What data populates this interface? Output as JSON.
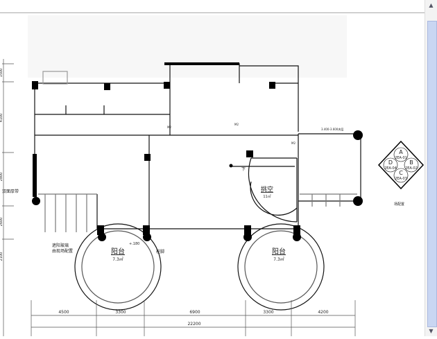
{
  "plan": {
    "rooms": {
      "balcony_left": {
        "label": "阳台",
        "area": "7.3㎡"
      },
      "balcony_right": {
        "label": "阳台",
        "area": "7.3㎡"
      },
      "void": {
        "label": "挑空",
        "area": "11㎡"
      }
    },
    "notes": {
      "left_wall": "双面厚带",
      "glass_line1": "遮阳玻璃",
      "glass_line2": "由现场配置",
      "level": "+.180",
      "column_note": "柱脚",
      "stair_down": "下",
      "terrace_note": "3.400-3.600夹层",
      "right_note": "场配置",
      "door_a": "M2",
      "door_b": "M2",
      "door_c": "M2"
    },
    "dims_bottom": [
      "4500",
      "3300",
      "6900",
      "3300",
      "4200"
    ],
    "dims_total": "22200",
    "dims_left": [
      "1500",
      "4100",
      "2800",
      "2600",
      "2100"
    ],
    "compass": {
      "a": "A",
      "b": "B",
      "c": "C",
      "d": "D",
      "a_ref": "2EA-01",
      "b_ref": "2EA-02",
      "c_ref": "2EA-03",
      "d_ref": "2EA-04"
    }
  },
  "scrollbar": {
    "up": "▲",
    "down": "▼"
  }
}
